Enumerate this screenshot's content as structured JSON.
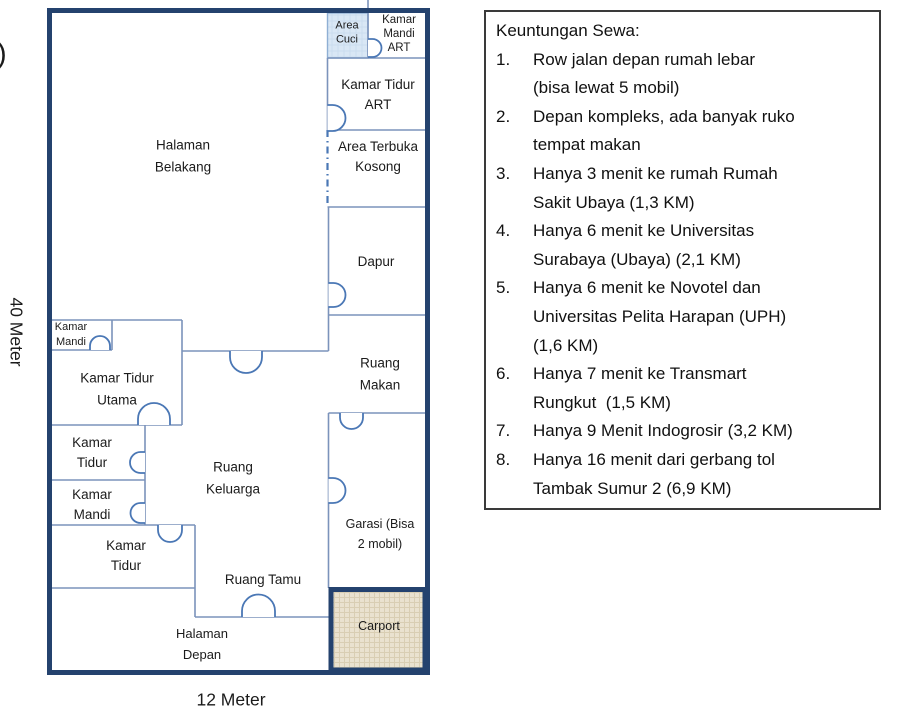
{
  "measurements": {
    "height_label": "40 Meter",
    "width_label": "12 Meter",
    "stray_fragment": ")"
  },
  "floorplan": {
    "rooms": {
      "area_cuci": "Area\nCuci",
      "kamar_mandi_art": "Kamar\nMandi\nART",
      "kamar_tidur_art": "Kamar Tidur\nART",
      "area_terbuka_kosong": "Area Terbuka\nKosong",
      "halaman_belakang": "Halaman\nBelakang",
      "dapur": "Dapur",
      "kamar_mandi_utama": "Kamar\nMandi",
      "kamar_tidur_utama": "Kamar Tidur\nUtama",
      "ruang_makan": "Ruang\nMakan",
      "kamar_tidur_2": "Kamar\nTidur",
      "kamar_mandi_2": "Kamar\nMandi",
      "ruang_keluarga": "Ruang\nKeluarga",
      "garasi": "Garasi (Bisa\n2 mobil)",
      "kamar_tidur_3": "Kamar\nTidur",
      "ruang_tamu": "Ruang Tamu",
      "halaman_depan": "Halaman\nDepan",
      "carport": "Carport"
    },
    "colors": {
      "outer_wall": "#24426e",
      "inner_wall": "#7b93bb",
      "door_arc": "#4a77b5",
      "area_cuci_fill": "#d9e7f5",
      "carport_fill": "#eae2cf"
    }
  },
  "benefits": {
    "title": "Keuntungan Sewa:",
    "items": [
      {
        "num": "1.",
        "text": "Row jalan depan rumah lebar\n(bisa lewat 5 mobil)"
      },
      {
        "num": "2.",
        "text": "Depan kompleks, ada banyak ruko\ntempat makan"
      },
      {
        "num": "3.",
        "text": "Hanya 3 menit ke rumah Rumah\nSakit Ubaya (1,3 KM)"
      },
      {
        "num": "4.",
        "text": "Hanya 6 menit ke Universitas\nSurabaya (Ubaya) (2,1 KM)"
      },
      {
        "num": "5.",
        "text": "Hanya 6 menit ke Novotel dan\nUniversitas Pelita Harapan (UPH)\n(1,6 KM)"
      },
      {
        "num": "6.",
        "text": "Hanya 7 menit ke Transmart\nRungkut  (1,5 KM)"
      },
      {
        "num": "7.",
        "text": "Hanya 9 Menit Indogrosir (3,2 KM)"
      },
      {
        "num": "8.",
        "text": "Hanya 16 menit dari gerbang tol\nTambak Sumur 2 (6,9 KM)"
      }
    ]
  }
}
